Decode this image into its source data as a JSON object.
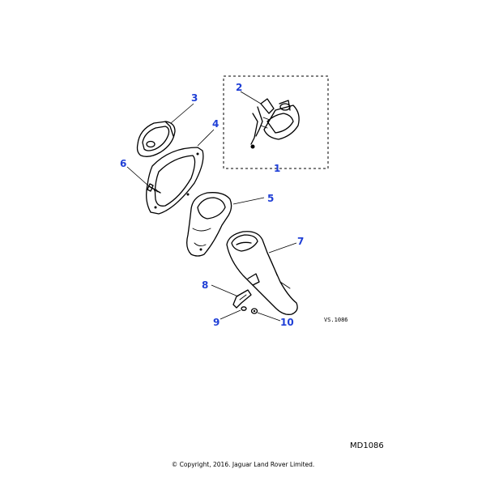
{
  "diagram": {
    "callouts": {
      "c1": "1",
      "c2": "2",
      "c3": "3",
      "c4": "4",
      "c5": "5",
      "c6": "6",
      "c7": "7",
      "c8": "8",
      "c9": "9",
      "c10": "10"
    },
    "illustration_ref": "VS.1086",
    "drawing_code": "MD1086",
    "copyright": "© Copyright, 2016. Jaguar Land Rover Limited.",
    "callout_color": "#1f3fd6"
  }
}
